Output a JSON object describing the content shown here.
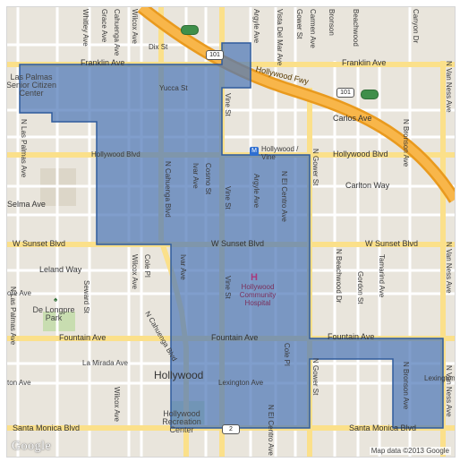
{
  "map": {
    "labels": {
      "whitley_ave": "Whitley Ave",
      "grace_ave": "Grace Ave",
      "cahuenga_ave": "Cahuenga Ave",
      "wilcox_ave": "Wilcox Ave",
      "dix_st": "Dix St",
      "argyle_ave_top": "Argyle Ave",
      "vista_del_mar": "Vista Del Mar Ave",
      "gower_st_top": "Gower St",
      "carmen_ave": "Carmen Ave",
      "bronson_top": "Bronson",
      "beachwood_top": "Beachwood",
      "canyon_dr": "Canyon Dr",
      "franklin_ave_w": "Franklin Ave",
      "franklin_ave_e": "Franklin Ave",
      "van_ness_top": "N Van Ness Ave",
      "las_palmas_center": "Las Palmas Senior Citizen Center",
      "yucca_st": "Yucca St",
      "hollywood_fwy": "Hollywood Fwy",
      "carlos_ave": "Carlos Ave",
      "n_las_palmas_ave": "N Las Palmas Ave",
      "hollywood_blvd_w": "Hollywood Blvd",
      "hollywood_vine": "Hollywood / Vine",
      "hollywood_blvd_e": "Hollywood Blvd",
      "n_bronson_ave_mid": "N Bronson Ave",
      "ivar_ave_top": "Ivar Ave",
      "cosmo_st": "Cosmo St",
      "n_cahuenga_blvd": "N Cahuenga Blvd",
      "vine_st_top": "Vine St",
      "vine_st_mid": "Vine St",
      "vine_st_low": "Vine St",
      "argyle_ave_mid": "Argyle Ave",
      "n_el_centro_mid": "N El Centro Ave",
      "n_gower_st_mid": "N Gower St",
      "carlton_way": "Carlton Way",
      "selma_ave": "Selma Ave",
      "w_sunset_w": "W Sunset Blvd",
      "w_sunset_mid": "W Sunset Blvd",
      "w_sunset_e": "W Sunset Blvd",
      "wilcox_ave_mid": "Wilcox Ave",
      "cole_pl": "Cole Pl",
      "ivar_ave_low": "Ivar Ave",
      "n_cahuenga_diag": "N Cahuenga Blvd",
      "leland_way": "Leland Way",
      "ore_ave": "ore Ave",
      "seward_st": "Seward St",
      "n_las_palmas_low": "N Las Palmas Ave",
      "de_longpre_park": "De Longpre Park",
      "hospital_name": "Hollywood Community Hospital",
      "n_beachwood_dr": "N Beachwood Dr",
      "gordon_st": "Gordon St",
      "tamarind_ave": "Tamarind Ave",
      "van_ness_mid": "N Van Ness Ave",
      "fountain_w": "Fountain Ave",
      "fountain_mid": "Fountain Ave",
      "fountain_e": "Fountain Ave",
      "la_mirada_ave": "La Mirada Ave",
      "hollywood_area": "Hollywood",
      "lexington_ave": "Lexington Ave",
      "lexington_e": "Lexington",
      "ton_ave": "ton Ave",
      "wilcox_ave_low": "Wilcox Ave",
      "cole_pl_low": "Cole Pl",
      "n_gower_st_low": "N Gower St",
      "n_bronson_ave_low": "N Bronson Ave",
      "hollywood_recreation_center": "Hollywood Recreation Center",
      "santa_monica_w": "Santa Monica Blvd",
      "santa_monica_e": "Santa Monica Blvd",
      "n_el_centro_low": "N El Centro Ave",
      "van_ness_low": "N Van Ness Ave"
    },
    "shields": {
      "us101_top": "101",
      "us101_right": "101",
      "route_2": "2",
      "ca_shield_a": "",
      "ca_shield_b": ""
    },
    "attribution": "Map data ©2013 Google",
    "logo": "Google",
    "hospital_marker": "H",
    "metro_marker": "M"
  },
  "colors": {
    "land": "#e9e5dc",
    "street": "#ffffff",
    "major_road": "#fbe08a",
    "freeway": "#f5a623",
    "overlay_fill": "#4f79b8",
    "overlay_stroke": "#2f5b9c",
    "park": "#c8ddb0"
  }
}
